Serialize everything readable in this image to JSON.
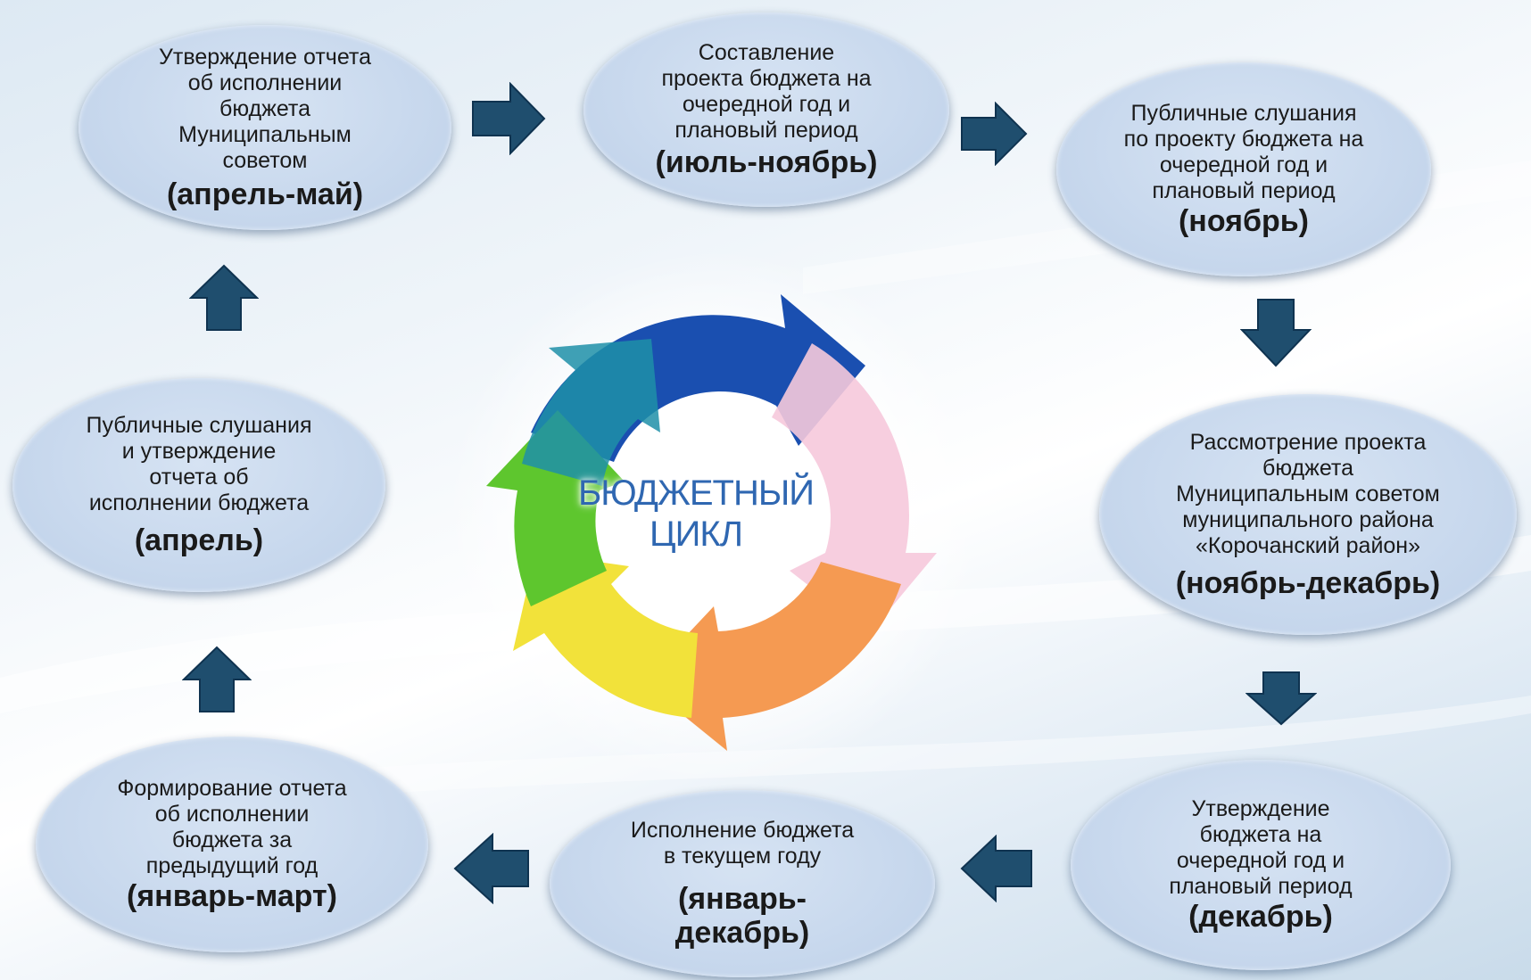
{
  "diagram": {
    "center_label": "БЮДЖЕТНЫЙ\nЦИКЛ",
    "stages": [
      {
        "id": "stage-1",
        "text": "Утверждение отчета\nоб исполнении\nбюджета\nМуниципальным\nсоветом",
        "period": "(апрель-май)"
      },
      {
        "id": "stage-2",
        "text": "Составление\nпроекта бюджета на\nочередной год и\nплановый период",
        "period": "(июль-ноябрь)"
      },
      {
        "id": "stage-3",
        "text": "Публичные слушания\nпо проекту бюджета на\nочередной год и\nплановый период",
        "period": "(ноябрь)"
      },
      {
        "id": "stage-4",
        "text": "Рассмотрение проекта\nбюджета\nМуниципальным советом\nмуниципального района\n«Корочанский район»",
        "period": "(ноябрь-декабрь)"
      },
      {
        "id": "stage-5",
        "text": "Утверждение\nбюджета на\nочередной год и\nплановый период",
        "period": "(декабрь)"
      },
      {
        "id": "stage-6",
        "text": "Исполнение бюджета\nв текущем году",
        "period": "(январь-\nдекабрь)"
      },
      {
        "id": "stage-7",
        "text": "Формирование отчета\nоб исполнении\nбюджета за\nпредыдущий год",
        "period": "(январь-март)"
      },
      {
        "id": "stage-8",
        "text": "Публичные слушания\nи утверждение\nотчета об\nисполнении бюджета",
        "period": "(апрель)"
      }
    ],
    "colors": {
      "ellipse_fill": "#c5d6ec",
      "arrow_fill": "#1f4e6e",
      "center_text": "#2f67b1"
    }
  }
}
